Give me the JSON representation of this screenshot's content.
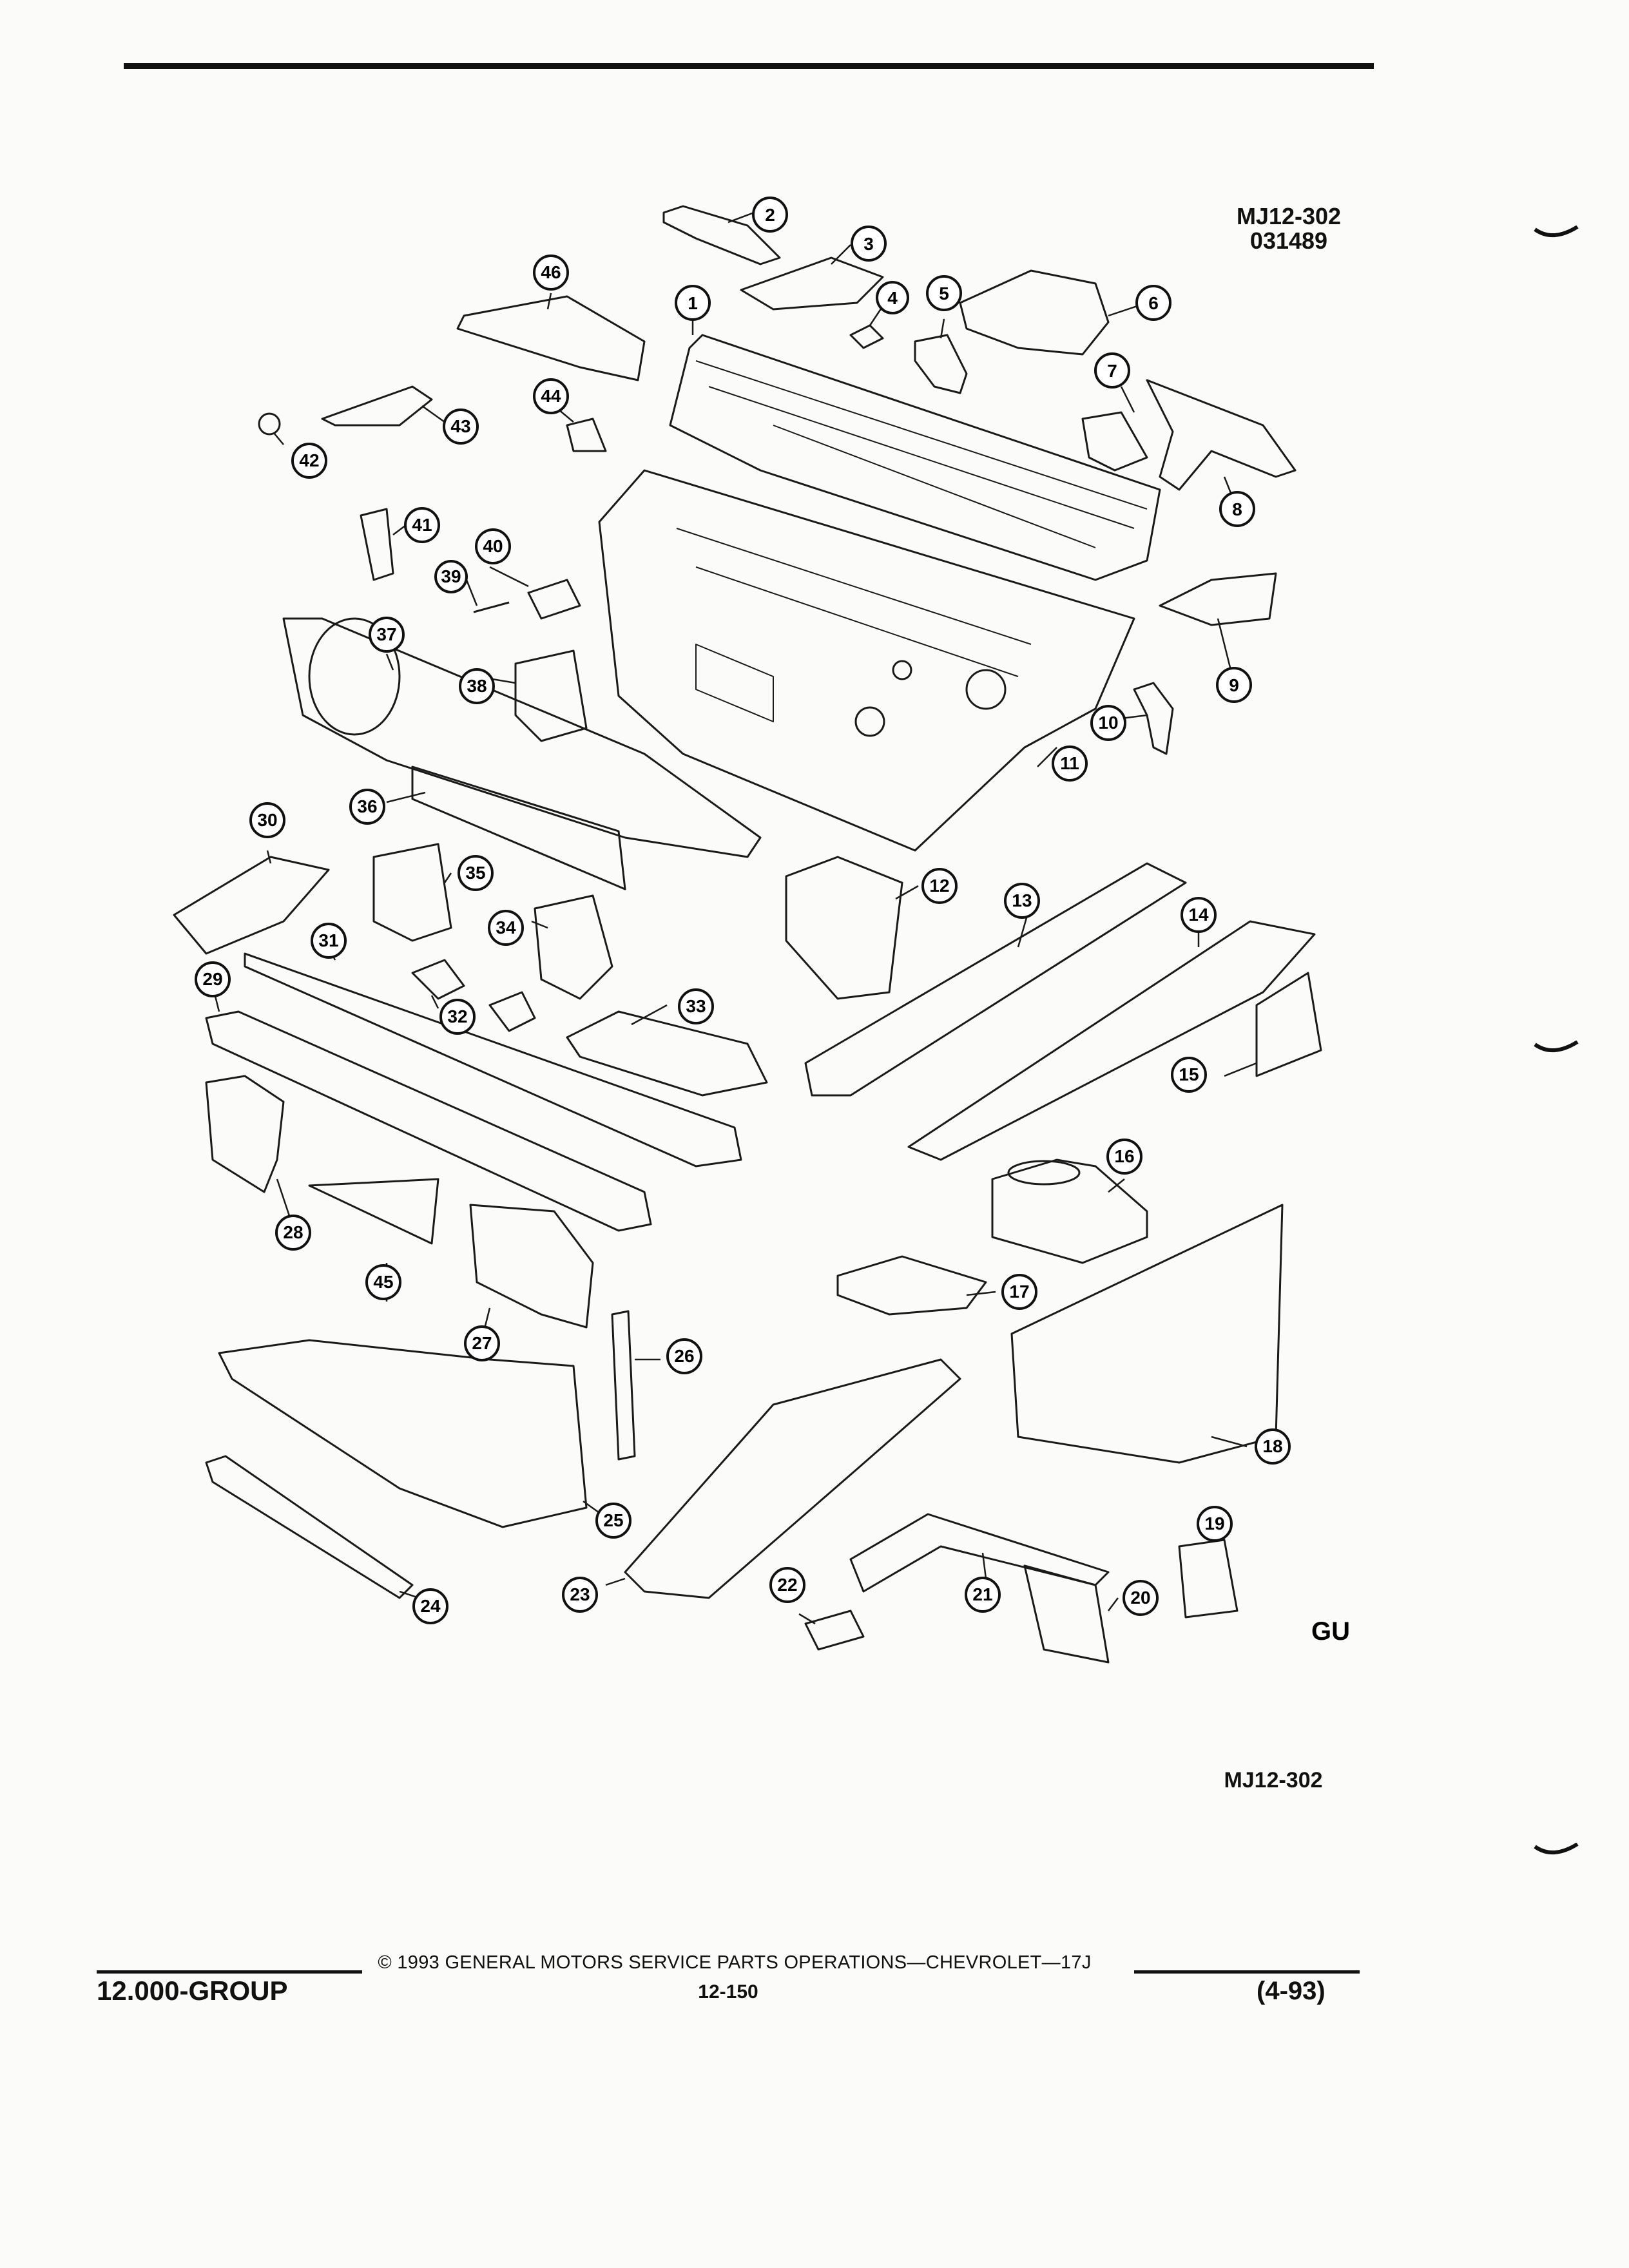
{
  "document": {
    "ref_code_top": "MJ12-302",
    "ref_date_top": "031489",
    "ref_code_bottom": "MJ12-302",
    "corner_mark": "GU"
  },
  "footer": {
    "group": "12.000-GROUP",
    "copyright": "© 1993 GENERAL MOTORS SERVICE PARTS OPERATIONS—CHEVROLET—17J",
    "page": "12-150",
    "date": "(4-93)"
  },
  "callouts": [
    "1",
    "2",
    "3",
    "4",
    "5",
    "6",
    "7",
    "8",
    "9",
    "10",
    "11",
    "12",
    "13",
    "14",
    "15",
    "16",
    "17",
    "18",
    "19",
    "20",
    "21",
    "22",
    "23",
    "24",
    "25",
    "26",
    "27",
    "28",
    "29",
    "30",
    "31",
    "32",
    "33",
    "34",
    "35",
    "36",
    "37",
    "38",
    "39",
    "40",
    "41",
    "42",
    "43",
    "44",
    "45",
    "46"
  ]
}
